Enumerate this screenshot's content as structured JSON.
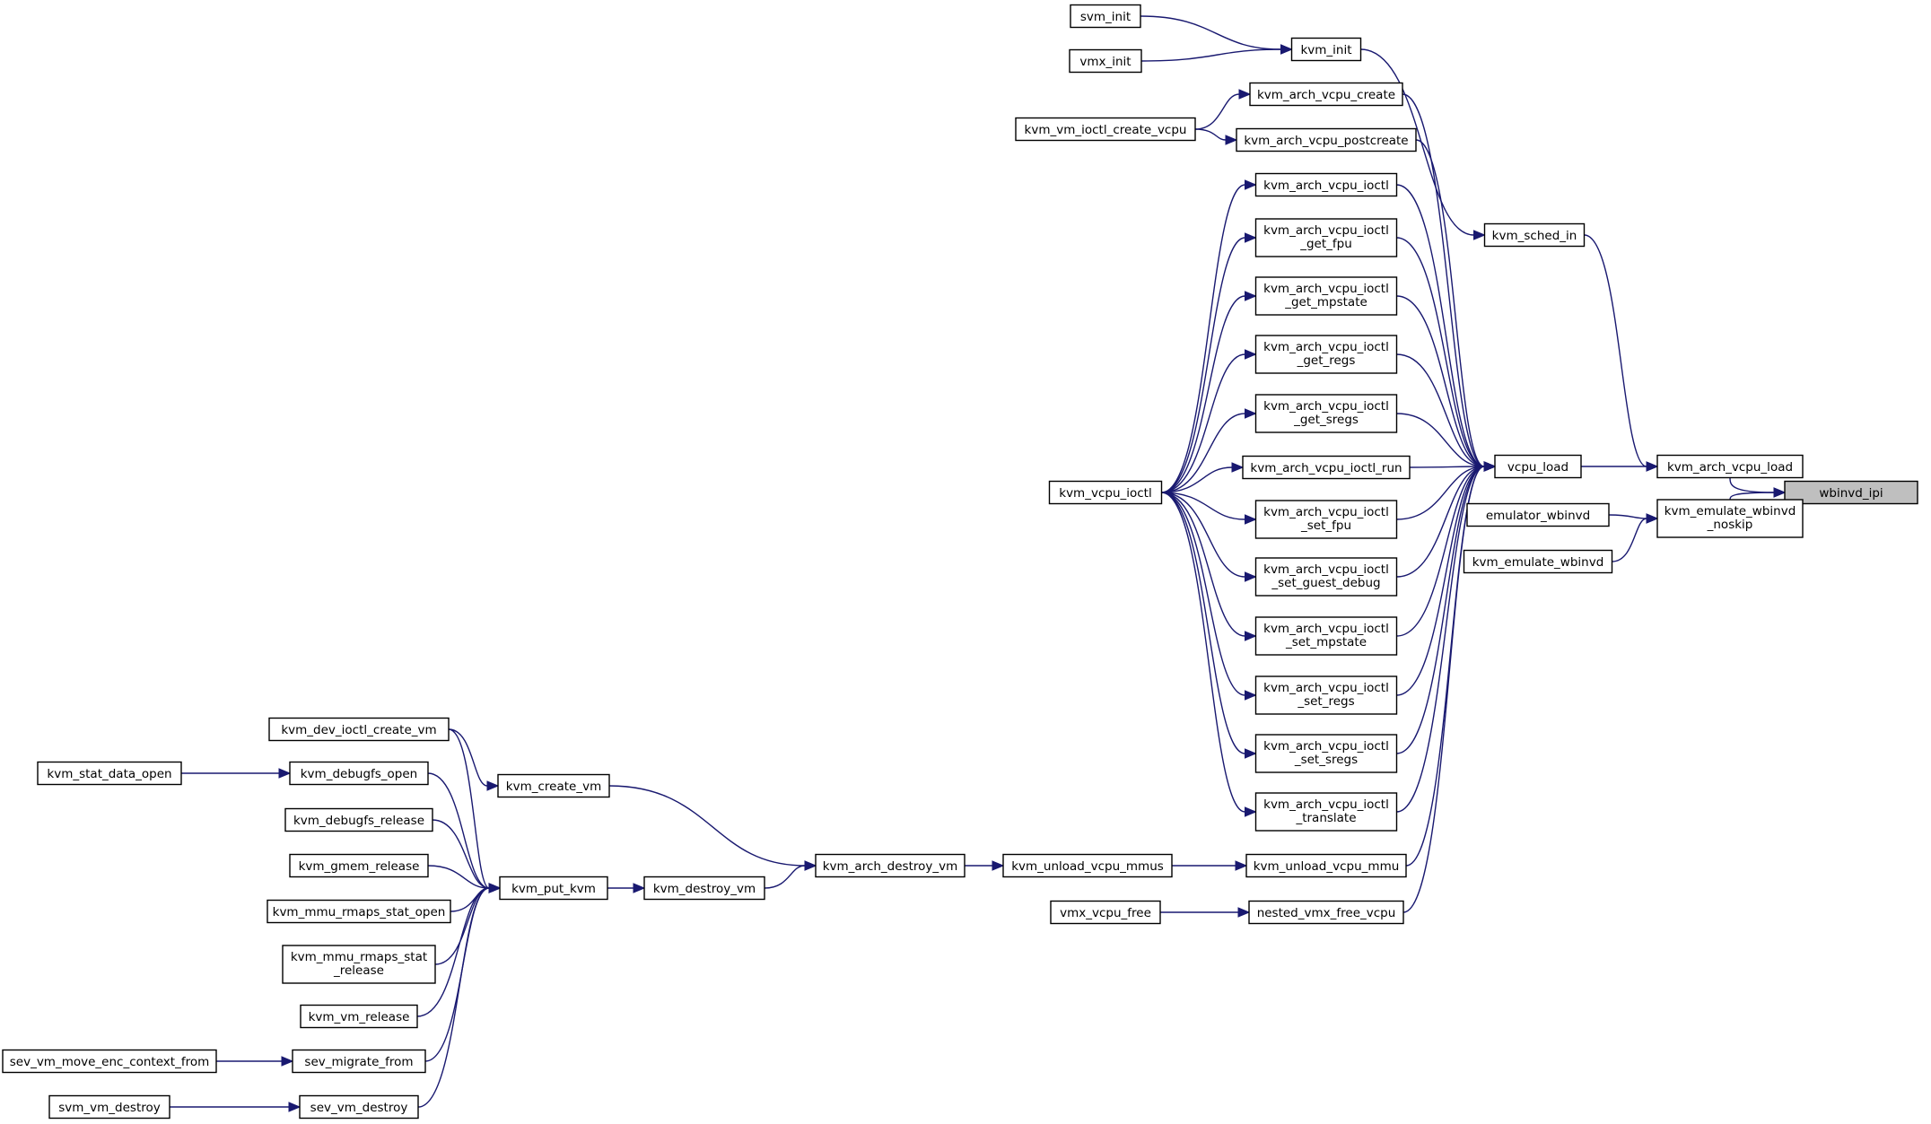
{
  "diagram": {
    "root": "wbinvd_ipi",
    "nodes": [
      {
        "id": "wbinvd_ipi",
        "lines": [
          "wbinvd_ipi"
        ],
        "root": true
      },
      {
        "id": "kvm_arch_vcpu_load",
        "lines": [
          "kvm_arch_vcpu_load"
        ]
      },
      {
        "id": "kvm_emulate_wbinvd_noskip",
        "lines": [
          "kvm_emulate_wbinvd",
          "_noskip"
        ]
      },
      {
        "id": "vcpu_load",
        "lines": [
          "vcpu_load"
        ]
      },
      {
        "id": "kvm_sched_in",
        "lines": [
          "kvm_sched_in"
        ]
      },
      {
        "id": "emulator_wbinvd",
        "lines": [
          "emulator_wbinvd"
        ]
      },
      {
        "id": "kvm_emulate_wbinvd",
        "lines": [
          "kvm_emulate_wbinvd"
        ]
      },
      {
        "id": "kvm_init",
        "lines": [
          "kvm_init"
        ]
      },
      {
        "id": "svm_init",
        "lines": [
          "svm_init"
        ]
      },
      {
        "id": "vmx_init",
        "lines": [
          "vmx_init"
        ]
      },
      {
        "id": "kvm_arch_vcpu_create",
        "lines": [
          "kvm_arch_vcpu_create"
        ]
      },
      {
        "id": "kvm_arch_vcpu_postcreate",
        "lines": [
          "kvm_arch_vcpu_postcreate"
        ]
      },
      {
        "id": "kvm_vm_ioctl_create_vcpu",
        "lines": [
          "kvm_vm_ioctl_create_vcpu"
        ]
      },
      {
        "id": "kvm_arch_vcpu_ioctl",
        "lines": [
          "kvm_arch_vcpu_ioctl"
        ]
      },
      {
        "id": "kvm_arch_vcpu_ioctl_get_fpu",
        "lines": [
          "kvm_arch_vcpu_ioctl",
          "_get_fpu"
        ]
      },
      {
        "id": "kvm_arch_vcpu_ioctl_get_mpstate",
        "lines": [
          "kvm_arch_vcpu_ioctl",
          "_get_mpstate"
        ]
      },
      {
        "id": "kvm_arch_vcpu_ioctl_get_regs",
        "lines": [
          "kvm_arch_vcpu_ioctl",
          "_get_regs"
        ]
      },
      {
        "id": "kvm_arch_vcpu_ioctl_get_sregs",
        "lines": [
          "kvm_arch_vcpu_ioctl",
          "_get_sregs"
        ]
      },
      {
        "id": "kvm_arch_vcpu_ioctl_run",
        "lines": [
          "kvm_arch_vcpu_ioctl_run"
        ]
      },
      {
        "id": "kvm_arch_vcpu_ioctl_set_fpu",
        "lines": [
          "kvm_arch_vcpu_ioctl",
          "_set_fpu"
        ]
      },
      {
        "id": "kvm_arch_vcpu_ioctl_set_guest_debug",
        "lines": [
          "kvm_arch_vcpu_ioctl",
          "_set_guest_debug"
        ]
      },
      {
        "id": "kvm_arch_vcpu_ioctl_set_mpstate",
        "lines": [
          "kvm_arch_vcpu_ioctl",
          "_set_mpstate"
        ]
      },
      {
        "id": "kvm_arch_vcpu_ioctl_set_regs",
        "lines": [
          "kvm_arch_vcpu_ioctl",
          "_set_regs"
        ]
      },
      {
        "id": "kvm_arch_vcpu_ioctl_set_sregs",
        "lines": [
          "kvm_arch_vcpu_ioctl",
          "_set_sregs"
        ]
      },
      {
        "id": "kvm_arch_vcpu_ioctl_translate",
        "lines": [
          "kvm_arch_vcpu_ioctl",
          "_translate"
        ]
      },
      {
        "id": "kvm_unload_vcpu_mmu",
        "lines": [
          "kvm_unload_vcpu_mmu"
        ]
      },
      {
        "id": "nested_vmx_free_vcpu",
        "lines": [
          "nested_vmx_free_vcpu"
        ]
      },
      {
        "id": "kvm_vcpu_ioctl",
        "lines": [
          "kvm_vcpu_ioctl"
        ]
      },
      {
        "id": "kvm_unload_vcpu_mmus",
        "lines": [
          "kvm_unload_vcpu_mmus"
        ]
      },
      {
        "id": "vmx_vcpu_free",
        "lines": [
          "vmx_vcpu_free"
        ]
      },
      {
        "id": "kvm_arch_destroy_vm",
        "lines": [
          "kvm_arch_destroy_vm"
        ]
      },
      {
        "id": "kvm_destroy_vm",
        "lines": [
          "kvm_destroy_vm"
        ]
      },
      {
        "id": "kvm_create_vm",
        "lines": [
          "kvm_create_vm"
        ]
      },
      {
        "id": "kvm_put_kvm",
        "lines": [
          "kvm_put_kvm"
        ]
      },
      {
        "id": "kvm_dev_ioctl_create_vm",
        "lines": [
          "kvm_dev_ioctl_create_vm"
        ]
      },
      {
        "id": "kvm_debugfs_open",
        "lines": [
          "kvm_debugfs_open"
        ]
      },
      {
        "id": "kvm_debugfs_release",
        "lines": [
          "kvm_debugfs_release"
        ]
      },
      {
        "id": "kvm_gmem_release",
        "lines": [
          "kvm_gmem_release"
        ]
      },
      {
        "id": "kvm_mmu_rmaps_stat_open",
        "lines": [
          "kvm_mmu_rmaps_stat_open"
        ]
      },
      {
        "id": "kvm_mmu_rmaps_stat_release",
        "lines": [
          "kvm_mmu_rmaps_stat",
          "_release"
        ]
      },
      {
        "id": "kvm_vm_release",
        "lines": [
          "kvm_vm_release"
        ]
      },
      {
        "id": "sev_migrate_from",
        "lines": [
          "sev_migrate_from"
        ]
      },
      {
        "id": "sev_vm_destroy",
        "lines": [
          "sev_vm_destroy"
        ]
      },
      {
        "id": "kvm_stat_data_open",
        "lines": [
          "kvm_stat_data_open"
        ]
      },
      {
        "id": "sev_vm_move_enc_context_from",
        "lines": [
          "sev_vm_move_enc_context_from"
        ]
      },
      {
        "id": "svm_vm_destroy",
        "lines": [
          "svm_vm_destroy"
        ]
      }
    ],
    "edges": [
      {
        "from": "kvm_arch_vcpu_load",
        "to": "wbinvd_ipi"
      },
      {
        "from": "kvm_emulate_wbinvd_noskip",
        "to": "wbinvd_ipi"
      },
      {
        "from": "vcpu_load",
        "to": "kvm_arch_vcpu_load"
      },
      {
        "from": "kvm_sched_in",
        "to": "kvm_arch_vcpu_load"
      },
      {
        "from": "emulator_wbinvd",
        "to": "kvm_emulate_wbinvd_noskip"
      },
      {
        "from": "kvm_emulate_wbinvd",
        "to": "kvm_emulate_wbinvd_noskip"
      },
      {
        "from": "kvm_init",
        "to": "kvm_sched_in"
      },
      {
        "from": "svm_init",
        "to": "kvm_init"
      },
      {
        "from": "vmx_init",
        "to": "kvm_init"
      },
      {
        "from": "kvm_arch_vcpu_create",
        "to": "vcpu_load"
      },
      {
        "from": "kvm_arch_vcpu_postcreate",
        "to": "vcpu_load"
      },
      {
        "from": "kvm_vm_ioctl_create_vcpu",
        "to": "kvm_arch_vcpu_create"
      },
      {
        "from": "kvm_vm_ioctl_create_vcpu",
        "to": "kvm_arch_vcpu_postcreate"
      },
      {
        "from": "kvm_arch_vcpu_ioctl",
        "to": "vcpu_load"
      },
      {
        "from": "kvm_arch_vcpu_ioctl_get_fpu",
        "to": "vcpu_load"
      },
      {
        "from": "kvm_arch_vcpu_ioctl_get_mpstate",
        "to": "vcpu_load"
      },
      {
        "from": "kvm_arch_vcpu_ioctl_get_regs",
        "to": "vcpu_load"
      },
      {
        "from": "kvm_arch_vcpu_ioctl_get_sregs",
        "to": "vcpu_load"
      },
      {
        "from": "kvm_arch_vcpu_ioctl_run",
        "to": "vcpu_load"
      },
      {
        "from": "kvm_arch_vcpu_ioctl_set_fpu",
        "to": "vcpu_load"
      },
      {
        "from": "kvm_arch_vcpu_ioctl_set_guest_debug",
        "to": "vcpu_load"
      },
      {
        "from": "kvm_arch_vcpu_ioctl_set_mpstate",
        "to": "vcpu_load"
      },
      {
        "from": "kvm_arch_vcpu_ioctl_set_regs",
        "to": "vcpu_load"
      },
      {
        "from": "kvm_arch_vcpu_ioctl_set_sregs",
        "to": "vcpu_load"
      },
      {
        "from": "kvm_arch_vcpu_ioctl_translate",
        "to": "vcpu_load"
      },
      {
        "from": "kvm_unload_vcpu_mmu",
        "to": "vcpu_load"
      },
      {
        "from": "nested_vmx_free_vcpu",
        "to": "vcpu_load"
      },
      {
        "from": "kvm_vcpu_ioctl",
        "to": "kvm_arch_vcpu_ioctl"
      },
      {
        "from": "kvm_vcpu_ioctl",
        "to": "kvm_arch_vcpu_ioctl_get_fpu"
      },
      {
        "from": "kvm_vcpu_ioctl",
        "to": "kvm_arch_vcpu_ioctl_get_mpstate"
      },
      {
        "from": "kvm_vcpu_ioctl",
        "to": "kvm_arch_vcpu_ioctl_get_regs"
      },
      {
        "from": "kvm_vcpu_ioctl",
        "to": "kvm_arch_vcpu_ioctl_get_sregs"
      },
      {
        "from": "kvm_vcpu_ioctl",
        "to": "kvm_arch_vcpu_ioctl_run"
      },
      {
        "from": "kvm_vcpu_ioctl",
        "to": "kvm_arch_vcpu_ioctl_set_fpu"
      },
      {
        "from": "kvm_vcpu_ioctl",
        "to": "kvm_arch_vcpu_ioctl_set_guest_debug"
      },
      {
        "from": "kvm_vcpu_ioctl",
        "to": "kvm_arch_vcpu_ioctl_set_mpstate"
      },
      {
        "from": "kvm_vcpu_ioctl",
        "to": "kvm_arch_vcpu_ioctl_set_regs"
      },
      {
        "from": "kvm_vcpu_ioctl",
        "to": "kvm_arch_vcpu_ioctl_set_sregs"
      },
      {
        "from": "kvm_vcpu_ioctl",
        "to": "kvm_arch_vcpu_ioctl_translate"
      },
      {
        "from": "kvm_unload_vcpu_mmus",
        "to": "kvm_unload_vcpu_mmu"
      },
      {
        "from": "vmx_vcpu_free",
        "to": "nested_vmx_free_vcpu"
      },
      {
        "from": "kvm_arch_destroy_vm",
        "to": "kvm_unload_vcpu_mmus"
      },
      {
        "from": "kvm_destroy_vm",
        "to": "kvm_arch_destroy_vm"
      },
      {
        "from": "kvm_create_vm",
        "to": "kvm_arch_destroy_vm"
      },
      {
        "from": "kvm_put_kvm",
        "to": "kvm_destroy_vm"
      },
      {
        "from": "kvm_dev_ioctl_create_vm",
        "to": "kvm_create_vm"
      },
      {
        "from": "kvm_dev_ioctl_create_vm",
        "to": "kvm_put_kvm"
      },
      {
        "from": "kvm_debugfs_open",
        "to": "kvm_put_kvm"
      },
      {
        "from": "kvm_debugfs_release",
        "to": "kvm_put_kvm"
      },
      {
        "from": "kvm_gmem_release",
        "to": "kvm_put_kvm"
      },
      {
        "from": "kvm_mmu_rmaps_stat_open",
        "to": "kvm_put_kvm"
      },
      {
        "from": "kvm_mmu_rmaps_stat_release",
        "to": "kvm_put_kvm"
      },
      {
        "from": "kvm_vm_release",
        "to": "kvm_put_kvm"
      },
      {
        "from": "sev_migrate_from",
        "to": "kvm_put_kvm"
      },
      {
        "from": "sev_vm_destroy",
        "to": "kvm_put_kvm"
      },
      {
        "from": "kvm_stat_data_open",
        "to": "kvm_debugfs_open"
      },
      {
        "from": "sev_vm_move_enc_context_from",
        "to": "sev_migrate_from"
      },
      {
        "from": "svm_vm_destroy",
        "to": "sev_vm_destroy"
      }
    ]
  }
}
